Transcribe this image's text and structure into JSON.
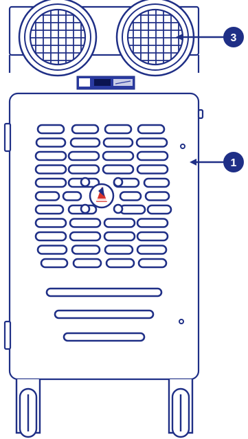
{
  "colors": {
    "outline": "#1f2f86",
    "fill": "#ffffff",
    "callout": "#1f2f86",
    "callout_text": "#ffffff",
    "display_panel": "#2a3aa0",
    "display_screen": "#ffffff",
    "badge_red": "#d8342c"
  },
  "callouts": [
    {
      "label": "3",
      "target": "exhaust-fans"
    },
    {
      "label": "1",
      "target": "front-grille"
    }
  ],
  "parts": {
    "fans": [
      "exhaust-fan-left",
      "exhaust-fan-right"
    ],
    "display": "control-display",
    "grille": "front-grille",
    "vents": "lower-vents",
    "wheels": [
      "caster-left",
      "caster-right"
    ]
  }
}
